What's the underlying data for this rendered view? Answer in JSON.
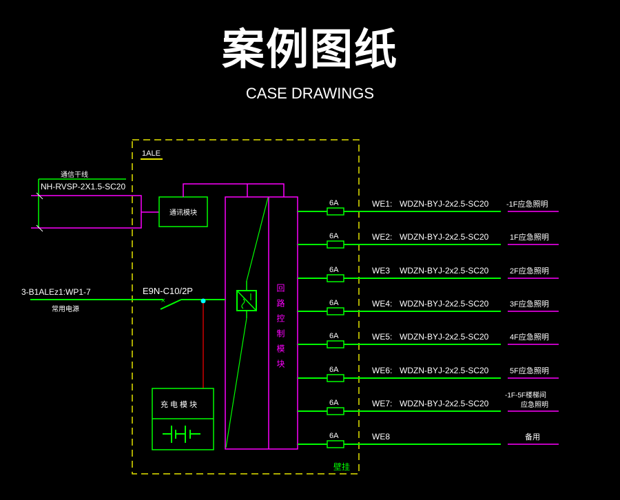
{
  "header": {
    "title": "案例图纸",
    "subtitle": "CASE DRAWINGS"
  },
  "colors": {
    "background": "#000000",
    "wire": "#00ff00",
    "frame": "#e6e600",
    "bus": "#ff00ff",
    "text": "#ffffff",
    "tap": "#00ffff",
    "control": "#ff0000"
  },
  "panel": {
    "id": "1ALE",
    "mount": "壁挂"
  },
  "comm": {
    "label": "通信干线",
    "cable": "NH-RVSP-2X1.5-SC20",
    "module": "通讯模块"
  },
  "input": {
    "source_ref": "3-B1ALEz1:WP1-7",
    "source_label": "常用电源",
    "breaker": "E9N-C10/2P"
  },
  "charger": {
    "label": "充电模块"
  },
  "control_module": {
    "label": "回路控制模块"
  },
  "circuits": [
    {
      "fuse": "6A",
      "id": "WE1:",
      "cable": "WDZN-BYJ-2x2.5-SC20",
      "load": "-1F应急照明"
    },
    {
      "fuse": "6A",
      "id": "WE2:",
      "cable": "WDZN-BYJ-2x2.5-SC20",
      "load": "1F应急照明"
    },
    {
      "fuse": "6A",
      "id": "WE3",
      "cable": "WDZN-BYJ-2x2.5-SC20",
      "load": "2F应急照明"
    },
    {
      "fuse": "6A",
      "id": "WE4:",
      "cable": "WDZN-BYJ-2x2.5-SC20",
      "load": "3F应急照明"
    },
    {
      "fuse": "6A",
      "id": "WE5:",
      "cable": "WDZN-BYJ-2x2.5-SC20",
      "load": "4F应急照明"
    },
    {
      "fuse": "6A",
      "id": "WE6:",
      "cable": "WDZN-BYJ-2x2.5-SC20",
      "load": "5F应急照明"
    },
    {
      "fuse": "6A",
      "id": "WE7:",
      "cable": "WDZN-BYJ-2x2.5-SC20",
      "load": "-1F-5F楼梯间",
      "load2": "应急照明"
    },
    {
      "fuse": "6A",
      "id": "WE8",
      "cable": "",
      "load": "备用"
    }
  ]
}
